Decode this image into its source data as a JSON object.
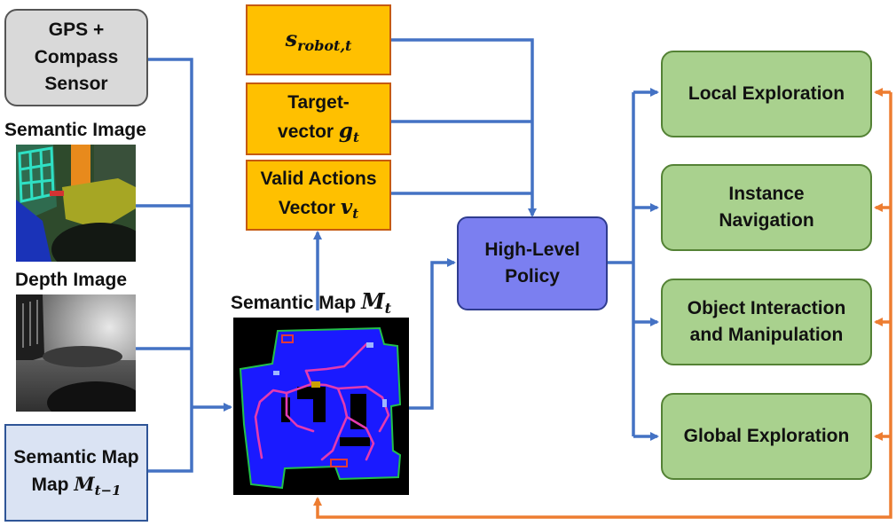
{
  "inputs": {
    "gps": "GPS + Compass Sensor",
    "semantic_image_label": "Semantic Image",
    "depth_image_label": "Depth Image",
    "prev_map_label": "Semantic Map",
    "prev_map_symbol": "M",
    "prev_map_sub": "t−1"
  },
  "state": {
    "robot_symbol": "s",
    "robot_sub": "robot,t",
    "target_label": "Target-",
    "target_label2": "vector",
    "target_symbol": "g",
    "target_sub": "t",
    "valid_label": "Valid Actions",
    "valid_label2": "Vector",
    "valid_symbol": "v",
    "valid_sub": "t"
  },
  "map": {
    "label": "Semantic Map",
    "symbol": "M",
    "sub": "t"
  },
  "policy": {
    "label": "High-Level Policy"
  },
  "skills": [
    "Local Exploration",
    "Instance Navigation",
    "Object Interaction and Manipulation",
    "Global Exploration"
  ],
  "colors": {
    "blue_arrow": "#4472c4",
    "orange_arrow": "#ed7d31"
  }
}
